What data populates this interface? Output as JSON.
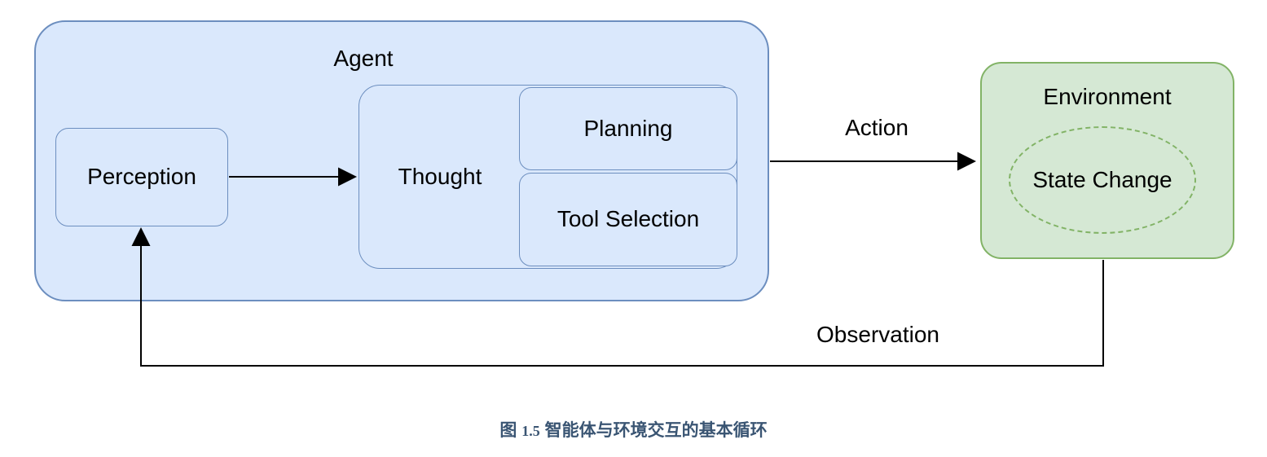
{
  "diagram": {
    "agent_label": "Agent",
    "perception_label": "Perception",
    "thought_label": "Thought",
    "planning_label": "Planning",
    "tool_selection_label": "Tool Selection",
    "environment_label": "Environment",
    "state_change_label": "State Change",
    "action_label": "Action",
    "observation_label": "Observation"
  },
  "caption": {
    "prefix": "图",
    "number": "1.5",
    "text": "智能体与环境交互的基本循环"
  },
  "colors": {
    "blue_fill": "#dae8fc",
    "blue_border": "#6c8ebf",
    "green_fill": "#d5e8d4",
    "green_border": "#82b366",
    "arrow": "#000000",
    "label_text": "#000000",
    "caption_text": "#3a5573",
    "canvas_bg": "#ffffff"
  }
}
